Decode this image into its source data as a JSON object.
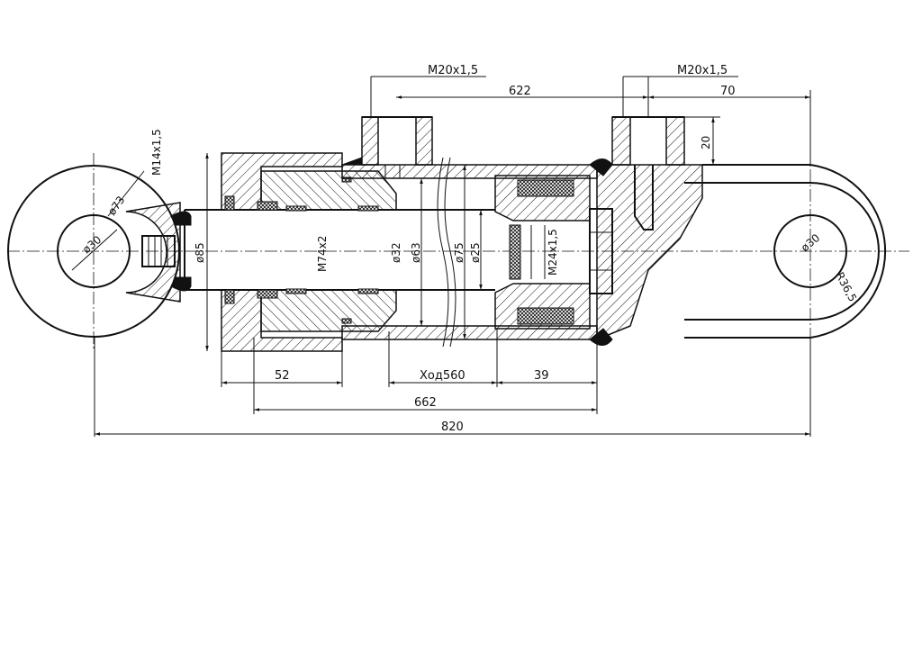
{
  "dimensions": {
    "port_thread_left": "M20x1,5",
    "port_thread_right": "M20x1,5",
    "port_spacing": "622",
    "port_to_end": "70",
    "port_height": "20",
    "rod_end_thread": "M14x1,5",
    "eye_outer_dia": "ø73",
    "eye_hole_left": "ø30",
    "rod_dia": "ø85",
    "gland_thread": "M74x2",
    "rod_inner": "ø32",
    "piston_rod": "ø63",
    "bore": "ø75",
    "piston_pin": "ø25",
    "piston_thread": "M24x1,5",
    "eye_hole_right": "ø30",
    "eye_radius": "R36,5",
    "gland_length": "52",
    "stroke": "Ход560",
    "piston_length": "39",
    "body_length": "662",
    "overall_length": "820"
  }
}
